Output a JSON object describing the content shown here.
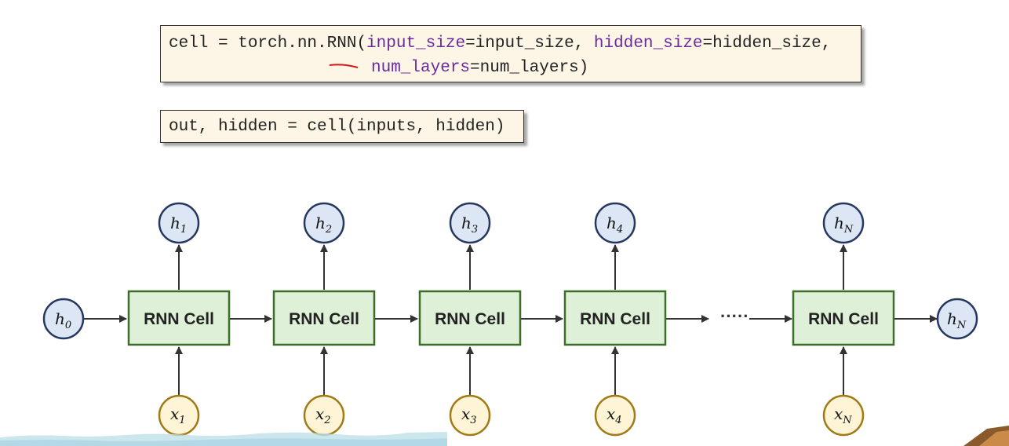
{
  "code": {
    "line1_start": "cell = torch.nn.RNN(",
    "line1_kw1": "input_size",
    "line1_mid": "=input_size, ",
    "line1_kw2": "hidden_size",
    "line1_end": "=hidden_size,",
    "line2_kw": "num_layers",
    "line2_end": "=num_layers)",
    "line3": "out, hidden = cell(inputs, hidden)"
  },
  "diagram": {
    "cell_label": "RNN Cell",
    "ellipsis": "·····",
    "h0": {
      "base": "h",
      "sub": "0"
    },
    "columns": [
      {
        "h": "h",
        "h_sub": "1",
        "x": "x",
        "x_sub": "1"
      },
      {
        "h": "h",
        "h_sub": "2",
        "x": "x",
        "x_sub": "2"
      },
      {
        "h": "h",
        "h_sub": "3",
        "x": "x",
        "x_sub": "3"
      },
      {
        "h": "h",
        "h_sub": "4",
        "x": "x",
        "x_sub": "4"
      },
      {
        "h": "h",
        "h_sub": "N",
        "x": "x",
        "x_sub": "N"
      }
    ],
    "h_out": {
      "base": "h",
      "sub": "N"
    },
    "colors": {
      "cell_fill": "#dff0d8",
      "cell_stroke": "#3d6e28",
      "h_fill": "#dde6f5",
      "h_stroke": "#26385f",
      "x_fill": "#fff5d6",
      "x_stroke": "#a07a14",
      "keyword": "#6a2a9c",
      "code_bg": "#fdf6e6"
    }
  }
}
